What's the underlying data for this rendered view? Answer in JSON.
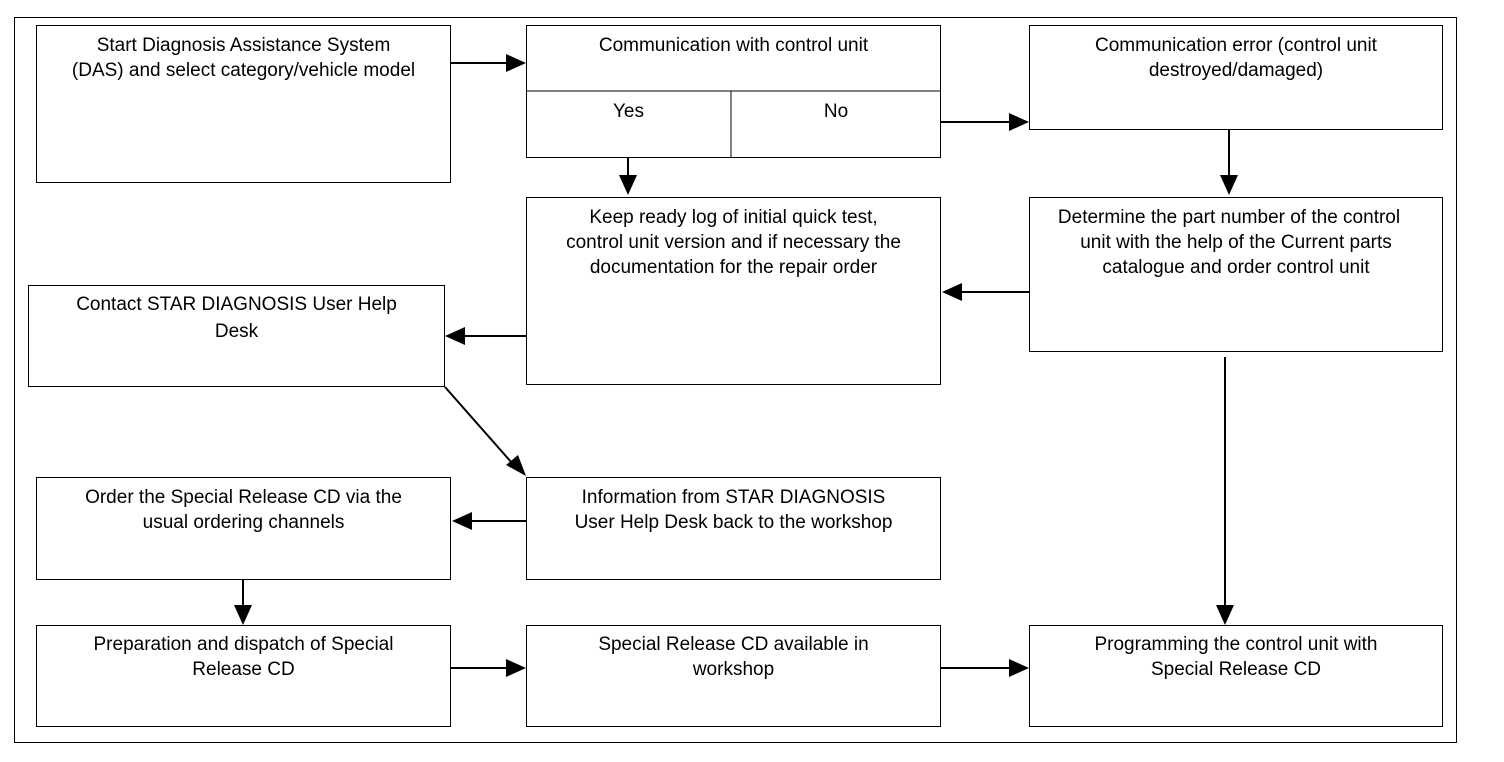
{
  "steps": {
    "start_das": {
      "line1": "Start Diagnosis Assistance System",
      "line2": "(DAS) and select category/vehicle model"
    },
    "comm_control_unit": {
      "title": "Communication with control unit",
      "yes": "Yes",
      "no": "No"
    },
    "comm_error": {
      "line1": "Communication error (control unit",
      "line2": "destroyed/damaged)"
    },
    "keep_log": {
      "line1": "Keep ready log of initial quick test,",
      "line2": "control unit version and if necessary the",
      "line3": "documentation for the repair order"
    },
    "determine_part": {
      "line1": "Determine the part number of the control",
      "line2": "unit with the help of the Current parts",
      "line3": "catalogue and order control unit"
    },
    "contact_help_desk": {
      "line1": "Contact STAR DIAGNOSIS User Help",
      "line2": "Desk"
    },
    "info_help_desk": {
      "line1": "Information from STAR DIAGNOSIS",
      "line2": "User Help Desk back to the workshop"
    },
    "order_cd": {
      "line1": "Order the Special Release CD via the",
      "line2": "usual ordering channels"
    },
    "prepare_dispatch": {
      "line1": "Preparation and dispatch of Special",
      "line2": "Release CD"
    },
    "cd_available": {
      "line1": "Special Release CD available in",
      "line2": "workshop"
    },
    "programming": {
      "line1": "Programming the control unit with",
      "line2": "Special Release CD"
    }
  },
  "colors": {
    "stroke": "#000000",
    "background": "#ffffff"
  }
}
